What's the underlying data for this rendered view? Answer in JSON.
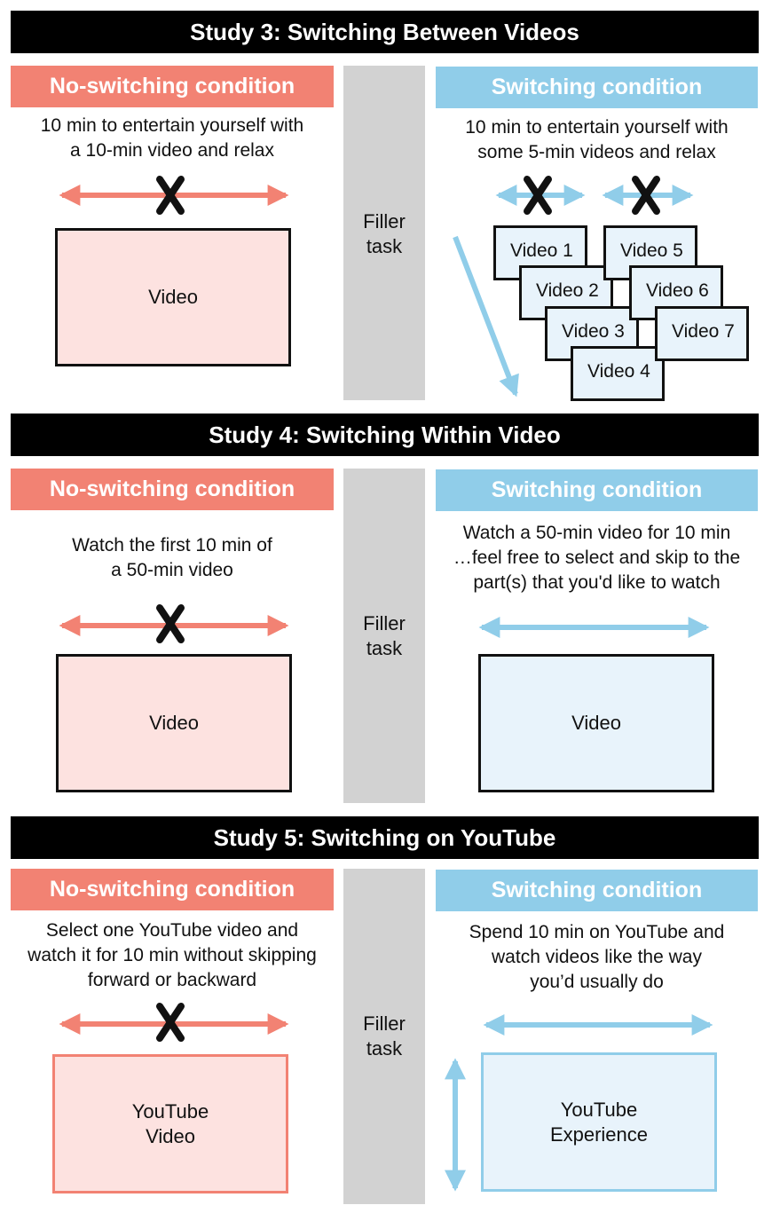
{
  "colors": {
    "no_switching": "#f28273",
    "switching": "#90cde9",
    "filler": "#d2d2d2",
    "header": "#000000"
  },
  "study3": {
    "title": "Study 3: Switching Between Videos",
    "no_switching": {
      "label": "No-switching condition",
      "desc": [
        "10 min to entertain yourself with",
        "a 10-min video and relax"
      ],
      "box": "Video"
    },
    "filler": "Filler\ntask",
    "switching": {
      "label": "Switching condition",
      "desc": [
        "10 min to entertain yourself with",
        "some 5-min videos and relax"
      ],
      "videos": [
        "Video 1",
        "Video 2",
        "Video 3",
        "Video 4",
        "Video 5",
        "Video 6",
        "Video 7"
      ]
    }
  },
  "study4": {
    "title": "Study 4: Switching Within Video",
    "no_switching": {
      "label": "No-switching condition",
      "desc": [
        "Watch the first 10 min of",
        "a 50-min video"
      ],
      "box": "Video"
    },
    "filler": "Filler\ntask",
    "switching": {
      "label": "Switching condition",
      "desc": [
        "Watch a 50-min video for 10 min",
        "…feel free to select and skip to the",
        "part(s) that you'd like to watch"
      ],
      "box": "Video"
    }
  },
  "study5": {
    "title": "Study 5: Switching on YouTube",
    "no_switching": {
      "label": "No-switching condition",
      "desc": [
        "Select one YouTube video and",
        "watch it for 10 min without skipping",
        "forward or backward"
      ],
      "box": [
        "YouTube",
        "Video"
      ]
    },
    "filler": "Filler\ntask",
    "switching": {
      "label": "Switching condition",
      "desc": [
        "Spend 10 min on YouTube and",
        "watch videos like the way",
        "you’d usually do"
      ],
      "box": [
        "YouTube",
        "Experience"
      ]
    }
  }
}
